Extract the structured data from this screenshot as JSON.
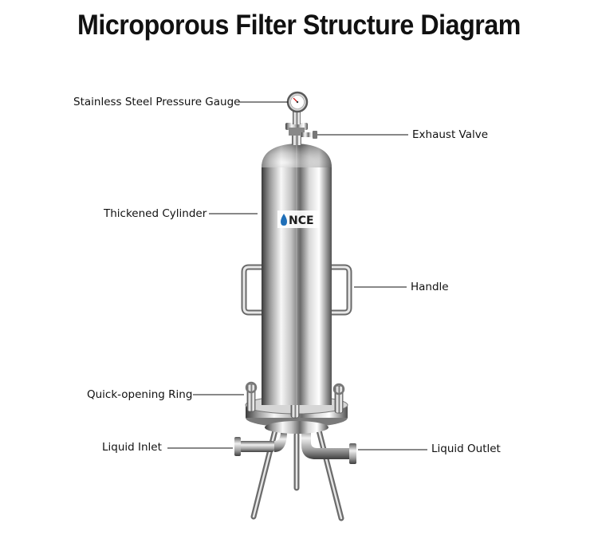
{
  "title": "Microporous Filter Structure Diagram",
  "labels": {
    "gauge": "Stainless Steel Pressure Gauge",
    "exhaust": "Exhaust Valve",
    "cylinder": "Thickened Cylinder",
    "handle": "Handle",
    "ring": "Quick-opening Ring",
    "inlet": "Liquid Inlet",
    "outlet": "Liquid Outlet"
  },
  "logo": {
    "text": "NCE"
  },
  "colors": {
    "steel_light": "#f4f4f4",
    "steel_mid": "#b8b8b8",
    "steel_dark": "#4a4a4a",
    "logo_blue": "#1f6fb8"
  }
}
